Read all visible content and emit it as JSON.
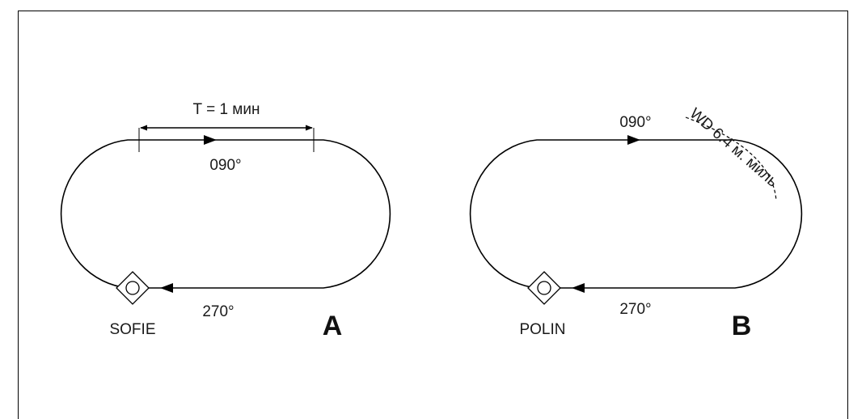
{
  "diagrams": [
    {
      "id": "A",
      "letter": "A",
      "fix_name": "SOFIE",
      "outbound_heading": "090°",
      "inbound_heading": "270°",
      "timing_label": "T = 1 мин"
    },
    {
      "id": "B",
      "letter": "B",
      "fix_name": "POLIN",
      "outbound_heading": "090°",
      "inbound_heading": "270°",
      "distance_label": "WD 6.4 м. миль"
    }
  ],
  "colors": {
    "stroke": "#000000",
    "text": "#1a1a1a",
    "background": "#ffffff"
  }
}
